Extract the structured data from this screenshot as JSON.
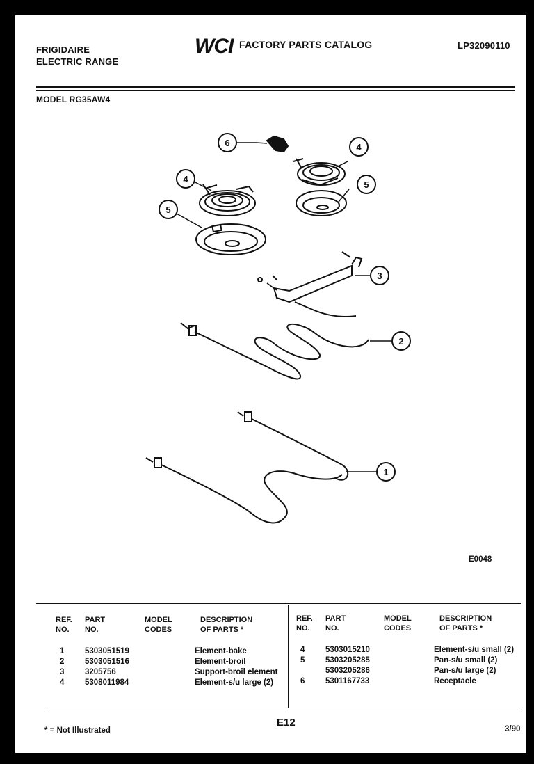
{
  "header": {
    "brand": "FRIGIDAIRE",
    "product": "ELECTRIC RANGE",
    "logo": "WCI",
    "catalog_title": "FACTORY PARTS CATALOG",
    "catalog_number": "LP32090110",
    "model": "MODEL RG35AW4"
  },
  "diagram": {
    "callouts": [
      "6",
      "4",
      "5",
      "4",
      "5",
      "3",
      "2",
      "1"
    ],
    "code": "E0048"
  },
  "table": {
    "headers": {
      "ref": "REF.\nNO.",
      "part": "PART\nNO.",
      "model": "MODEL\nCODES",
      "desc": "DESCRIPTION\nOF PARTS *"
    },
    "left_rows": [
      {
        "ref": "1",
        "part": "5303051519",
        "model": "",
        "desc": "Element-bake"
      },
      {
        "ref": "2",
        "part": "5303051516",
        "model": "",
        "desc": "Element-broil"
      },
      {
        "ref": "3",
        "part": "3205756",
        "model": "",
        "desc": "Support-broil element"
      },
      {
        "ref": "4",
        "part": "5308011984",
        "model": "",
        "desc": "Element-s/u large (2)"
      }
    ],
    "right_rows": [
      {
        "ref": "4",
        "part": "5303015210",
        "model": "",
        "desc": "Element-s/u small (2)"
      },
      {
        "ref": "5",
        "part": "5303205285",
        "model": "",
        "desc": "Pan-s/u small (2)"
      },
      {
        "ref": "",
        "part": "5303205286",
        "model": "",
        "desc": "Pan-s/u large (2)"
      },
      {
        "ref": "6",
        "part": "5301167733",
        "model": "",
        "desc": "Receptacle"
      }
    ]
  },
  "footer": {
    "note": "* = Not Illustrated",
    "page": "E12",
    "date": "3/90"
  }
}
